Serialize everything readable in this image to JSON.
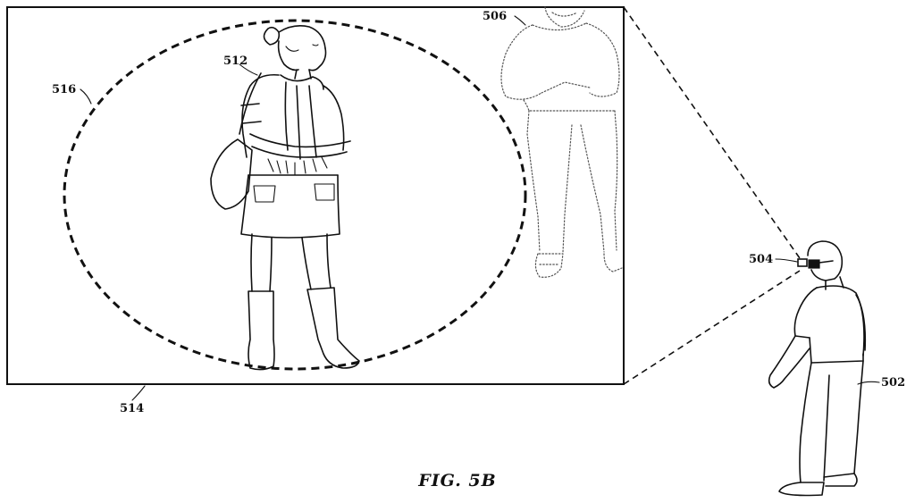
{
  "figure": {
    "caption": "FIG. 5B",
    "labels": {
      "display_view": "514",
      "focus_region": "516",
      "focused_person": "512",
      "background_person": "506",
      "head_mounted_device": "504",
      "user": "502"
    }
  }
}
